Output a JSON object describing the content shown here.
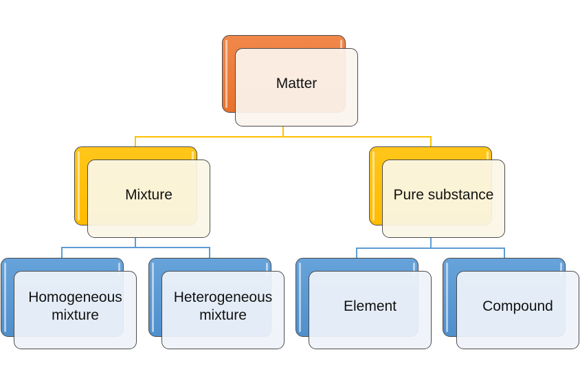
{
  "diagram": {
    "title": "Classification of matter",
    "colors": {
      "level1": "#ed7d31",
      "level2": "#ffc000",
      "level3": "#5b9bd5",
      "connector_top": "#ffc000",
      "connector_bottom": "#5b9bd5"
    },
    "nodes": {
      "matter": {
        "label": "Matter"
      },
      "mixture": {
        "label": "Mixture",
        "parent": "matter"
      },
      "pure_substance": {
        "label": "Pure substance",
        "parent": "matter"
      },
      "homogeneous": {
        "label": "Homogeneous\nmixture",
        "parent": "mixture"
      },
      "heterogeneous": {
        "label": "Heterogeneous\nmixture",
        "parent": "mixture"
      },
      "element": {
        "label": "Element",
        "parent": "pure_substance"
      },
      "compound": {
        "label": "Compound",
        "parent": "pure_substance"
      }
    }
  }
}
